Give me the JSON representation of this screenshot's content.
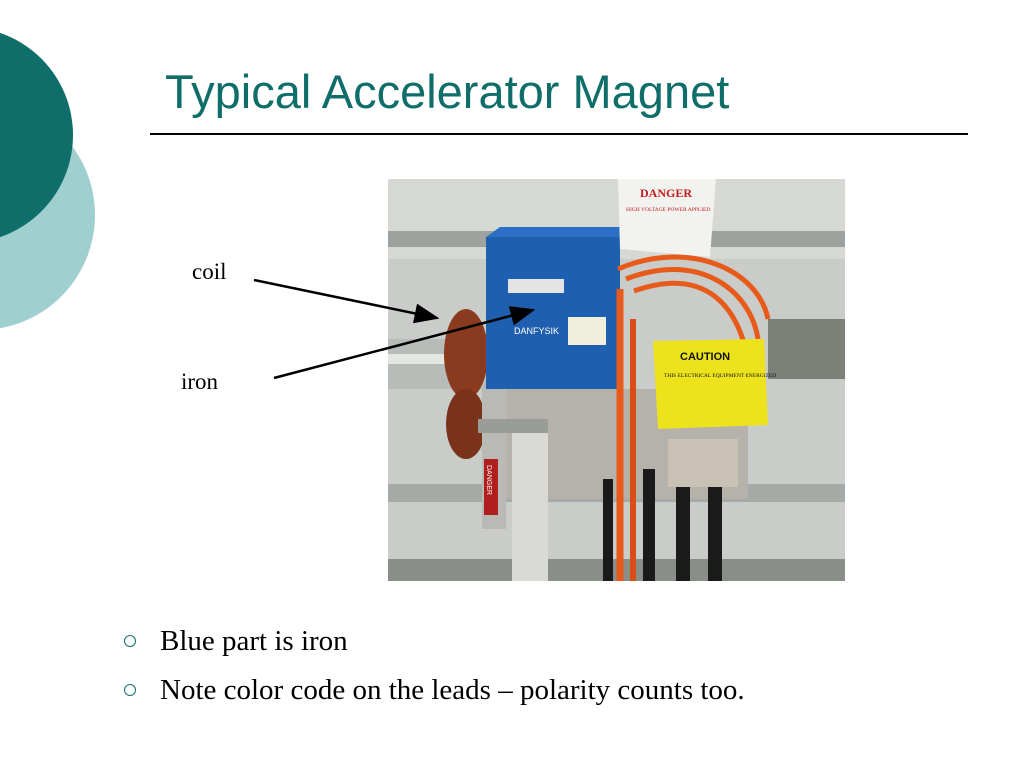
{
  "slide": {
    "title": "Typical Accelerator Magnet",
    "labels": {
      "coil": "coil",
      "iron": "iron"
    },
    "bullets": [
      "Blue part is iron",
      "Note color code on the leads – polarity counts too."
    ],
    "photo": {
      "danger_sign": {
        "heading": "DANGER",
        "text": "HIGH VOLTAGE POWER APPLIED"
      },
      "caution_sign": {
        "heading": "CAUTION",
        "text": "THIS ELECTRICAL EQUIPMENT ENERGIZED"
      },
      "maker_label": "DANFYSIK",
      "cylinder_label": "DANGER"
    }
  },
  "colors": {
    "accent": "#0f6e6a",
    "circle_light": "#9fcfcf",
    "magnet_blue": "#1f5fb0",
    "lead_orange": "#e85a1a"
  }
}
